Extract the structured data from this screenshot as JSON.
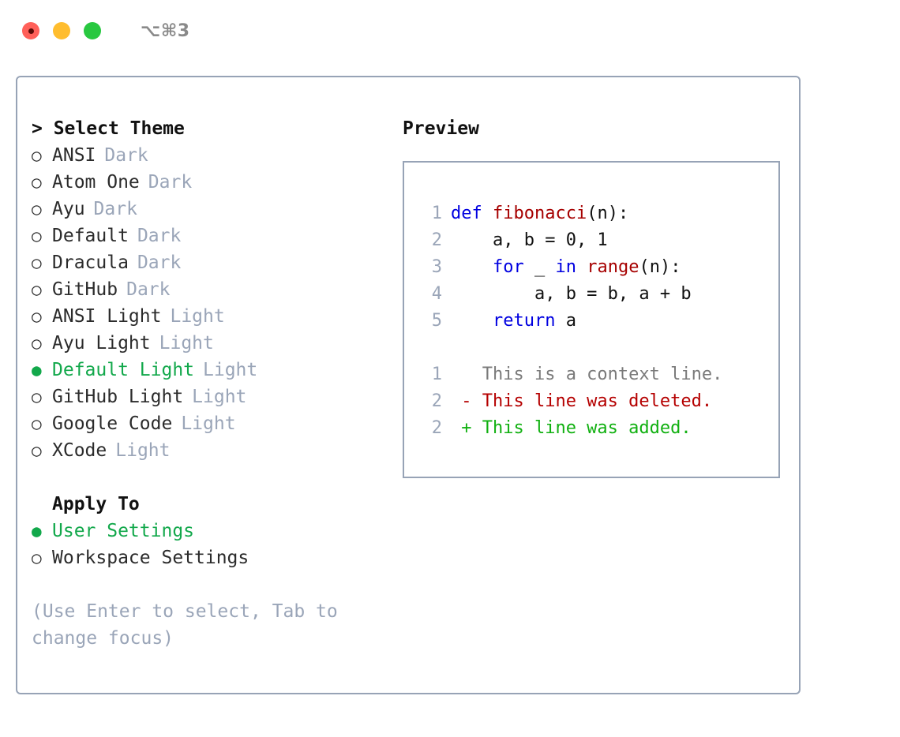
{
  "window": {
    "shortcut": "⌥⌘3",
    "traffic_lights": [
      {
        "name": "close",
        "color": "#ff6059"
      },
      {
        "name": "minimize",
        "color": "#ffbd2e"
      },
      {
        "name": "maximize",
        "color": "#28c840"
      }
    ]
  },
  "theme_panel": {
    "title": "Select Theme",
    "title_prefix": "> ",
    "marker_selected": "●",
    "marker_unselected": "○",
    "items": [
      {
        "label": "ANSI",
        "variant": "Dark",
        "selected": false
      },
      {
        "label": "Atom One",
        "variant": "Dark",
        "selected": false
      },
      {
        "label": "Ayu",
        "variant": "Dark",
        "selected": false
      },
      {
        "label": "Default",
        "variant": "Dark",
        "selected": false
      },
      {
        "label": "Dracula",
        "variant": "Dark",
        "selected": false
      },
      {
        "label": "GitHub",
        "variant": "Dark",
        "selected": false
      },
      {
        "label": "ANSI Light",
        "variant": "Light",
        "selected": false
      },
      {
        "label": "Ayu Light",
        "variant": "Light",
        "selected": false
      },
      {
        "label": "Default Light",
        "variant": "Light",
        "selected": true
      },
      {
        "label": "GitHub Light",
        "variant": "Light",
        "selected": false
      },
      {
        "label": "Google Code",
        "variant": "Light",
        "selected": false
      },
      {
        "label": "XCode",
        "variant": "Light",
        "selected": false
      }
    ]
  },
  "apply_to": {
    "title": "Apply To",
    "options": [
      {
        "label": "User Settings",
        "selected": true
      },
      {
        "label": "Workspace Settings",
        "selected": false
      }
    ]
  },
  "hint": "(Use Enter to select, Tab to change focus)",
  "preview": {
    "title": "Preview",
    "code_lines": [
      {
        "no": "1",
        "tokens": [
          {
            "t": "def ",
            "c": "kw"
          },
          {
            "t": "fibonacci",
            "c": "fn"
          },
          {
            "t": "(n):",
            "c": "code-text"
          }
        ]
      },
      {
        "no": "2",
        "tokens": [
          {
            "t": "    a, b = 0, 1",
            "c": "code-text"
          }
        ]
      },
      {
        "no": "3",
        "tokens": [
          {
            "t": "    ",
            "c": "code-text"
          },
          {
            "t": "for",
            "c": "kw"
          },
          {
            "t": " _ ",
            "c": "code-text"
          },
          {
            "t": "in",
            "c": "kw"
          },
          {
            "t": " ",
            "c": "code-text"
          },
          {
            "t": "range",
            "c": "fn"
          },
          {
            "t": "(n):",
            "c": "code-text"
          }
        ]
      },
      {
        "no": "4",
        "tokens": [
          {
            "t": "        a, b = b, a + b",
            "c": "code-text"
          }
        ]
      },
      {
        "no": "5",
        "tokens": [
          {
            "t": "    ",
            "c": "code-text"
          },
          {
            "t": "return",
            "c": "kw"
          },
          {
            "t": " a",
            "c": "code-text"
          }
        ]
      }
    ],
    "diff_lines": [
      {
        "no": "1",
        "tokens": [
          {
            "t": "   This is a context line.",
            "c": "ctx"
          }
        ]
      },
      {
        "no": "2",
        "tokens": [
          {
            "t": " - This line was deleted.",
            "c": "del"
          }
        ]
      },
      {
        "no": "2",
        "tokens": [
          {
            "t": " + This line was added.",
            "c": "add"
          }
        ]
      }
    ]
  },
  "colors": {
    "accent_green": "#12a84b",
    "border": "#97a3b6",
    "muted": "#9aa5b8",
    "keyword_blue": "#0000e0",
    "function_red": "#a60000",
    "diff_deleted": "#b50000",
    "diff_added": "#10b010"
  }
}
